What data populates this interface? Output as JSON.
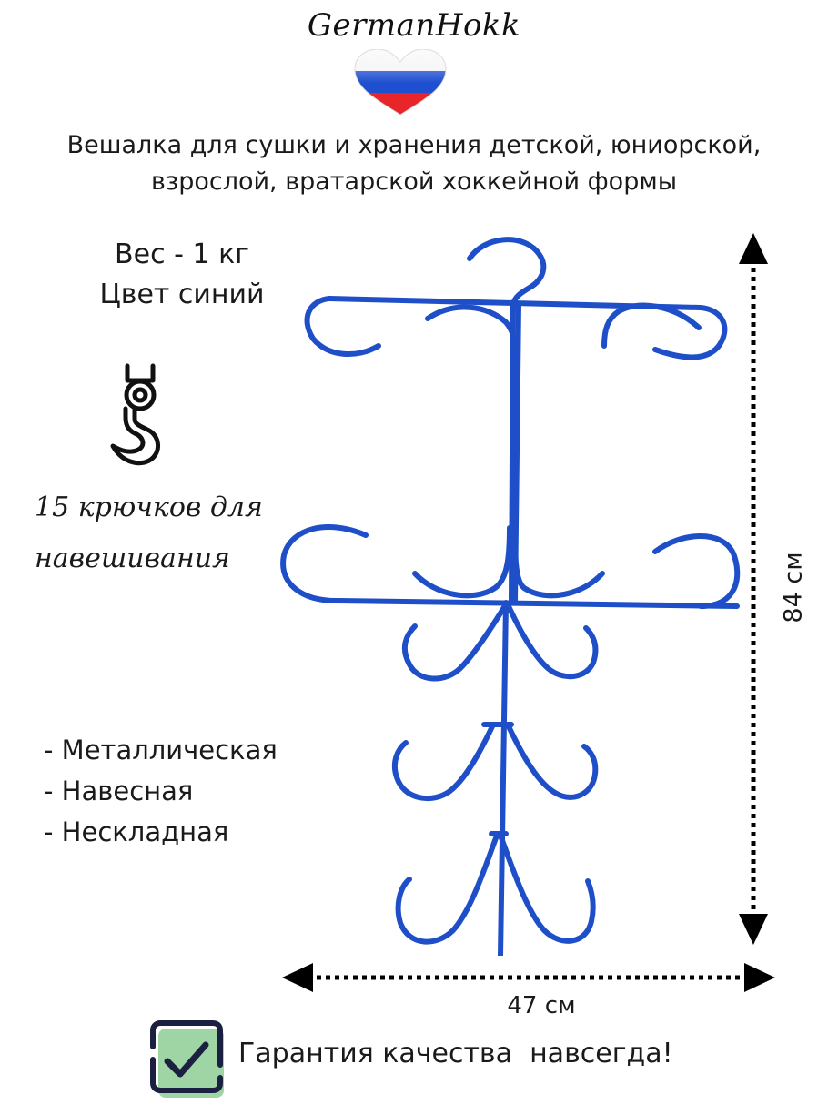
{
  "brand": {
    "name": "GermanHokk",
    "flag_icon": "russian-flag-heart-icon",
    "flag_colors": [
      "#ffffff",
      "#1f4fd1",
      "#e8262a"
    ]
  },
  "title": {
    "line1": "Вешалка для сушки и хранения детской, юниорской,",
    "line2": "взрослой, вратарской хоккейной формы"
  },
  "specs": {
    "weight": "Вес - 1 кг",
    "color": "Цвет синий"
  },
  "hooks": {
    "icon": "crane-hook-icon",
    "line1": "15 крючков для",
    "line2": "навешивания"
  },
  "features": [
    "- Металлическая",
    "- Навесная",
    "- Нескладная"
  ],
  "product": {
    "name": "hockey-uniform-hanger",
    "color": "#1e4fc8"
  },
  "dimensions": {
    "height": "84 см",
    "width": "47 см"
  },
  "guarantee": {
    "icon": "checkbox-checked-icon",
    "text": "Гарантия качества  навсегда!"
  }
}
